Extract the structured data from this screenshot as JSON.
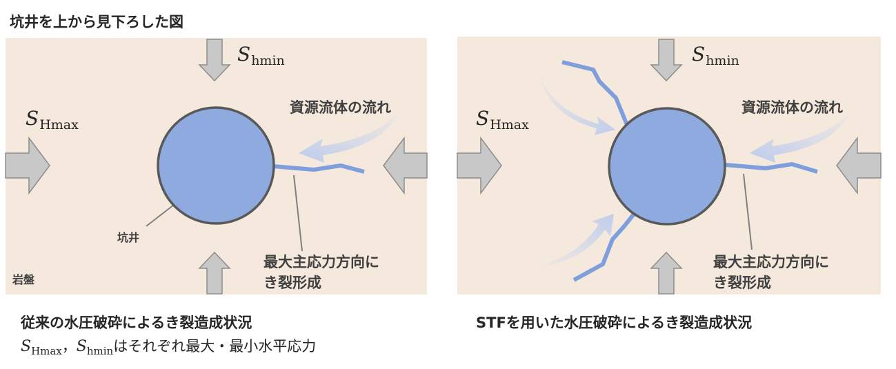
{
  "heading": "坑井を上から見下ろした図",
  "left_panel": {
    "shmin_symbol": "S",
    "shmin_sub": "hmin",
    "shmax_symbol": "S",
    "shmax_sub": "Hmax",
    "flow_label": "資源流体の流れ",
    "well_label": "坑井",
    "rock_label": "岩盤",
    "fracture_label_line1": "最大主応力方向に",
    "fracture_label_line2": "き裂形成"
  },
  "right_panel": {
    "shmin_symbol": "S",
    "shmin_sub": "hmin",
    "shmax_symbol": "S",
    "shmax_sub": "Hmax",
    "flow_label": "資源流体の流れ",
    "fracture_label_line1": "最大主応力方向に",
    "fracture_label_line2": "き裂形成"
  },
  "captions": {
    "left_title": "従来の水圧破砕によるき裂造成状況",
    "left_note_s1": "S",
    "left_note_sub1": "Hmax",
    "left_note_sep": "，",
    "left_note_s2": "S",
    "left_note_sub2": "hmin",
    "left_note_text": "はそれぞれ最大・最小水平応力",
    "right_title": "STFを用いた水圧破砕によるき裂造成状況"
  },
  "colors": {
    "panel_bg": "#f5e9dd",
    "well_fill": "#8eaadf",
    "well_stroke": "#595959",
    "fracture": "#7f9fdc",
    "arrow_fill": "#c8c8c8",
    "arrow_stroke": "#8c8c8c",
    "flow_arrow": "#c9d6f0"
  }
}
